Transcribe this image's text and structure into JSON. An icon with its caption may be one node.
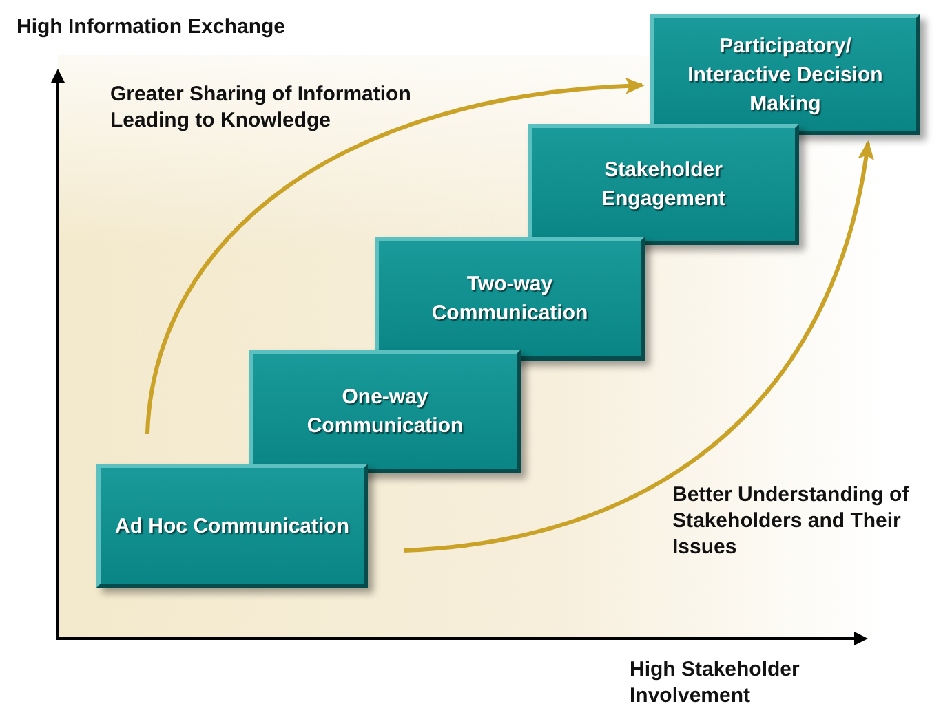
{
  "diagram": {
    "nodes": [
      {
        "text": [
          "Ad Hoc Communication"
        ]
      },
      {
        "text": [
          "One-way Communication"
        ]
      },
      {
        "text": [
          "Two-way Communication"
        ]
      },
      {
        "text": [
          "Stakeholder Engagement"
        ]
      },
      {
        "text": [
          "Participatory/ Interactive Decision Making"
        ]
      }
    ],
    "edges": [
      {
        "from": null,
        "to": 4,
        "arrow": "to"
      },
      {
        "from": null,
        "to": 4,
        "arrow": "to"
      }
    ],
    "labels": [
      "High Information Exchange",
      "Greater Sharing of Information Leading to Knowledge",
      "Better Understanding of Stakeholders and Their Issues",
      "High Stakeholder Involvement"
    ]
  }
}
